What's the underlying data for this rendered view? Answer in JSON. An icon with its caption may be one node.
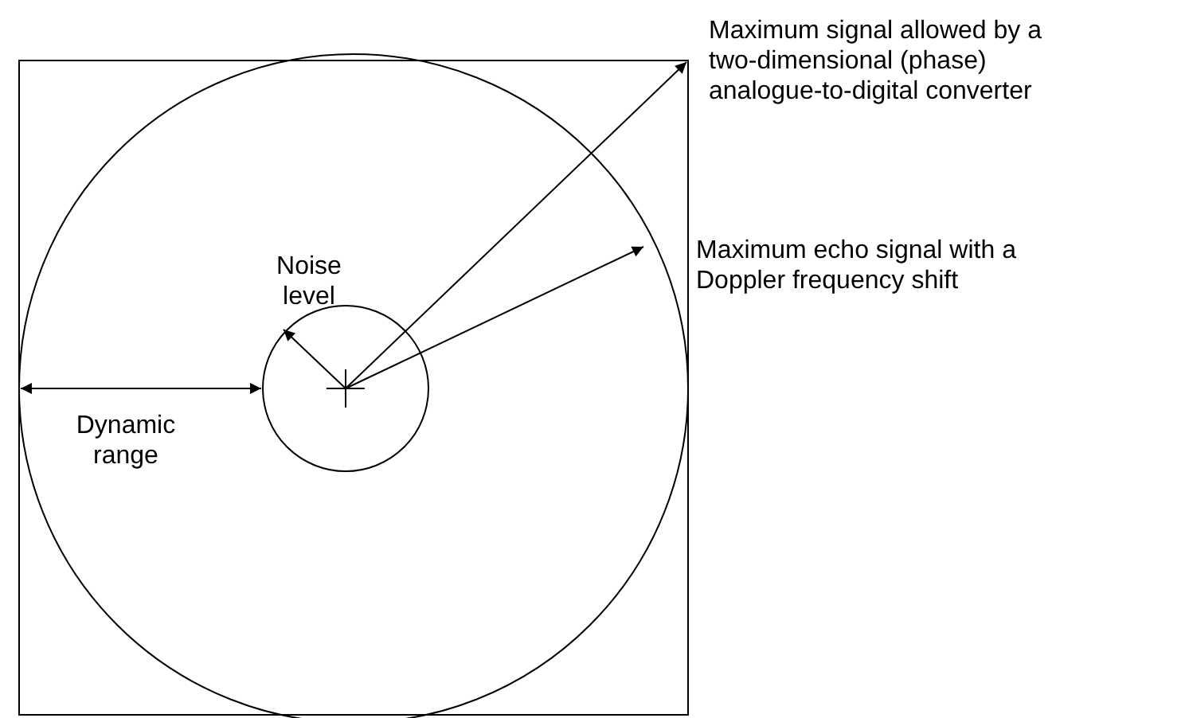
{
  "diagram": {
    "labels": [
      "Maximum signal allowed by a two-dimensional (phase) analogue-to-digital converter",
      "Maximum echo signal with a Doppler frequency shift",
      "Noise level",
      "Dynamic range"
    ]
  }
}
